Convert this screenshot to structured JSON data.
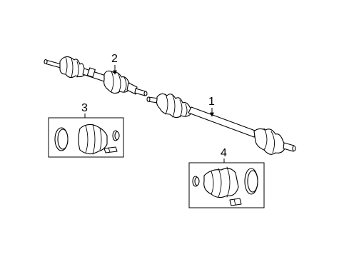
{
  "callouts": {
    "axle_assembly": "1",
    "axle_assembly_upper": "2",
    "boot_kit_small": "3",
    "boot_kit_large": "4"
  }
}
